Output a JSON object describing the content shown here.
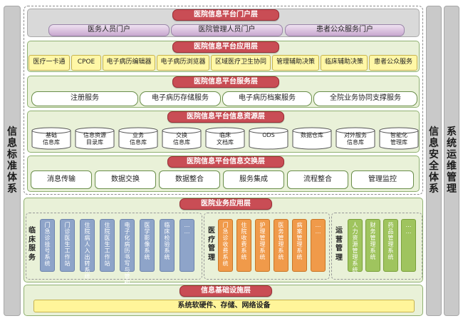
{
  "side_bars": {
    "left": "信息\n标准\n体系",
    "right_1": "信息\n安全\n体系",
    "right_2": "系统\n运维\n管理"
  },
  "portal_layer": {
    "title": "医院信息平台门户层",
    "items": [
      "医务人员门户",
      "医院管理人员门户",
      "患者公众服务门户"
    ]
  },
  "application_layer": {
    "title": "医院信息平台应用层",
    "items": [
      "医疗一卡通",
      "CPOE",
      "电子病历编辑器",
      "电子病历浏览器",
      "区域医疗卫生协同",
      "管理辅助决策",
      "临床辅助决策",
      "患者公众服务"
    ]
  },
  "service_layer": {
    "title": "医院信息平台服务层",
    "items": [
      "注册服务",
      "电子病历存储服务",
      "电子病历档案服务",
      "全院业务协同支撑服务"
    ]
  },
  "resource_layer": {
    "title": "医院信息平台信息资源层",
    "items": [
      "基础\n信息库",
      "信息资源\n目录库",
      "业务\n信息库",
      "交换\n信息库",
      "临床\n文档库",
      "ODS",
      "数据仓库",
      "对外服务\n信息库",
      "智能化\n管理库"
    ]
  },
  "exchange_layer": {
    "title": "医院信息平台信息交换层",
    "items": [
      "消息传输",
      "数据交换",
      "数据整合",
      "服务集成",
      "流程整合",
      "管理监控"
    ]
  },
  "business_layer": {
    "title": "医院业务应用层",
    "clinical": {
      "label": "临\n床\n服\n务",
      "items": [
        "门急诊挂号系统",
        "门诊医生工作站",
        "住院病人入出转系统",
        "住院医生工作站",
        "电子化病历书写与管理系统",
        "医学影像系统",
        "临床检验系统",
        "……"
      ]
    },
    "medical_admin": {
      "label": "医\n疗\n管\n理",
      "items": [
        "门急诊收费系统",
        "住院收费系统",
        "护理管理系统",
        "医务管理系统",
        "病案管理系统",
        "……"
      ]
    },
    "operations": {
      "label": "运\n营\n管\n理",
      "items": [
        "人力资源管理系统",
        "财务管理系统",
        "药品管理系统",
        "……"
      ]
    }
  },
  "infrastructure_layer": {
    "title": "信息基础设施层",
    "item": "系统软硬件、存储、网络设备"
  },
  "colors": {
    "title_bar": "#c94d55",
    "layer_bg": "#e9f1d8",
    "clinical": "#8ea4c9",
    "medical_admin": "#f09a4a",
    "operations": "#9fc45e",
    "app_box": "#fff7a6",
    "portal": "#c8a7cf"
  }
}
